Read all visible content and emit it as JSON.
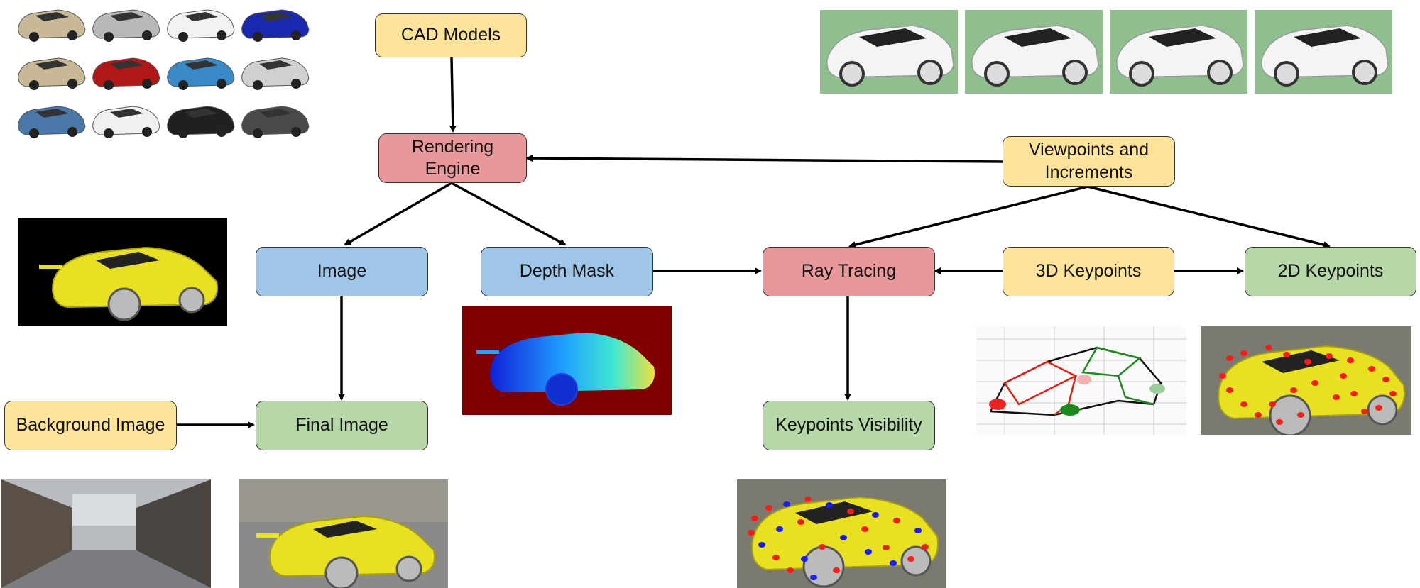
{
  "nodes": {
    "cad_models": "CAD Models",
    "rendering_engine": "Rendering\nEngine",
    "viewpoints": "Viewpoints and\nIncrements",
    "image": "Image",
    "depth_mask": "Depth Mask",
    "ray_tracing": "Ray Tracing",
    "keypoints_3d": "3D Keypoints",
    "keypoints_2d": "2D Keypoints",
    "background_image": "Background Image",
    "final_image": "Final Image",
    "keypoints_visibility": "Keypoints Visibility"
  },
  "colors": {
    "input_node": "#fde49a",
    "process_node": "#e8989a",
    "intermediate_node": "#9fc5e8",
    "output_node": "#b6d7a8",
    "car_yellow": "#e8e020",
    "visible_keypoint": "#ff1a1a",
    "occluded_keypoint": "#1a1aff",
    "render_background": "#8fbf8f"
  },
  "car_model_colors": [
    "#c8b896",
    "#b8b8b8",
    "#f2f2f2",
    "#1a28b0",
    "#c8b896",
    "#b01818",
    "#3a8ac8",
    "#d0d0d0",
    "#4a78a8",
    "#f0f0f0",
    "#202020",
    "#4a4a4a"
  ]
}
